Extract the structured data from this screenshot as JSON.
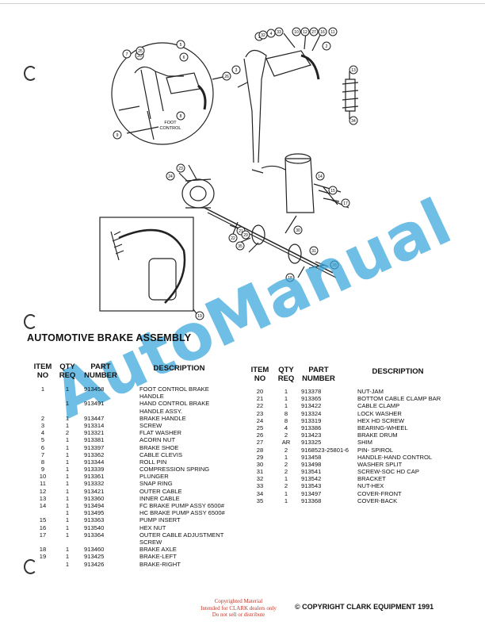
{
  "title": "AUTOMOTIVE BRAKE ASSEMBLY",
  "watermark": "AutoManual",
  "headers": {
    "item": [
      "ITEM",
      "NO"
    ],
    "qty": [
      "QTY",
      "REQ"
    ],
    "part": [
      "PART",
      "NUMBER"
    ],
    "description": "DESCRIPTION"
  },
  "diagram": {
    "inset_label": [
      "FOOT",
      "CONTROL"
    ],
    "callouts": [
      "1",
      "2",
      "3",
      "4",
      "5",
      "6",
      "7",
      "8",
      "9",
      "10",
      "11",
      "12",
      "13",
      "14",
      "15",
      "16",
      "17",
      "18",
      "19",
      "20",
      "21",
      "22",
      "23",
      "24",
      "25",
      "26",
      "27",
      "28",
      "29",
      "30",
      "31",
      "32",
      "33",
      "34",
      "35"
    ]
  },
  "left_rows": [
    {
      "item": "1",
      "qty": "1",
      "part": "913458",
      "desc": "FOOT CONTROL BRAKE"
    },
    {
      "item": "",
      "qty": "",
      "part": "",
      "desc": "HANDLE"
    },
    {
      "item": "",
      "qty": "1",
      "part": "913491",
      "desc": "HAND CONTROL BRAKE"
    },
    {
      "item": "",
      "qty": "",
      "part": "",
      "desc": "HANDLE ASSY."
    },
    {
      "item": "2",
      "qty": "1",
      "part": "913447",
      "desc": "BRAKE HANDLE"
    },
    {
      "item": "3",
      "qty": "1",
      "part": "913314",
      "desc": "SCREW"
    },
    {
      "item": "4",
      "qty": "2",
      "part": "913321",
      "desc": "FLAT WASHER"
    },
    {
      "item": "5",
      "qty": "1",
      "part": "913381",
      "desc": "ACORN NUT"
    },
    {
      "item": "6",
      "qty": "1",
      "part": "913397",
      "desc": "BRAKE SHOE"
    },
    {
      "item": "7",
      "qty": "1",
      "part": "913362",
      "desc": "CABLE CLEVIS"
    },
    {
      "item": "8",
      "qty": "1",
      "part": "913344",
      "desc": "ROLL PIN"
    },
    {
      "item": "9",
      "qty": "1",
      "part": "913339",
      "desc": "COMPRESSION SPRING"
    },
    {
      "item": "10",
      "qty": "1",
      "part": "913361",
      "desc": "PLUNGER"
    },
    {
      "item": "11",
      "qty": "1",
      "part": "913332",
      "desc": "SNAP RING"
    },
    {
      "item": "12",
      "qty": "1",
      "part": "913421",
      "desc": "OUTER CABLE"
    },
    {
      "item": "13",
      "qty": "1",
      "part": "913360",
      "desc": "INNER CABLE"
    },
    {
      "item": "14",
      "qty": "1",
      "part": "913494",
      "desc": "FC BRAKE PUMP ASSY 6500#"
    },
    {
      "item": "",
      "qty": "1",
      "part": "913495",
      "desc": "HC BRAKE PUMP ASSY 6500#"
    },
    {
      "item": "15",
      "qty": "1",
      "part": "913363",
      "desc": "PUMP INSERT"
    },
    {
      "item": "16",
      "qty": "1",
      "part": "913540",
      "desc": "HEX NUT"
    },
    {
      "item": "17",
      "qty": "1",
      "part": "913364",
      "desc": "OUTER CABLE ADJUSTMENT"
    },
    {
      "item": "",
      "qty": "",
      "part": "",
      "desc": "SCREW"
    },
    {
      "item": "18",
      "qty": "1",
      "part": "913460",
      "desc": "BRAKE AXLE"
    },
    {
      "item": "19",
      "qty": "1",
      "part": "913425",
      "desc": "BRAKE-LEFT"
    },
    {
      "item": "",
      "qty": "1",
      "part": "913426",
      "desc": "BRAKE-RIGHT"
    }
  ],
  "right_rows": [
    {
      "item": "20",
      "qty": "1",
      "part": "913378",
      "desc": "NUT-JAM"
    },
    {
      "item": "21",
      "qty": "1",
      "part": "913365",
      "desc": "BOTTOM CABLE CLAMP BAR"
    },
    {
      "item": "22",
      "qty": "1",
      "part": "913422",
      "desc": "CABLE CLAMP"
    },
    {
      "item": "23",
      "qty": "8",
      "part": "913324",
      "desc": "LOCK WASHER"
    },
    {
      "item": "24",
      "qty": "8",
      "part": "913319",
      "desc": "HEX HD SCREW"
    },
    {
      "item": "25",
      "qty": "4",
      "part": "913386",
      "desc": "BEARING-WHEEL"
    },
    {
      "item": "26",
      "qty": "2",
      "part": "913423",
      "desc": "BRAKE DRUM"
    },
    {
      "item": "27",
      "qty": "AR",
      "part": "913325",
      "desc": "SHIM"
    },
    {
      "item": "28",
      "qty": "2",
      "part": "9168523-25801-6",
      "desc": "PIN- SPIROL"
    },
    {
      "item": "29",
      "qty": "1",
      "part": "913458",
      "desc": "HANDLE-HAND CONTROL"
    },
    {
      "item": "30",
      "qty": "2",
      "part": "913498",
      "desc": "WASHER SPLIT"
    },
    {
      "item": "31",
      "qty": "2",
      "part": "913541",
      "desc": "SCREW-SOC HD CAP"
    },
    {
      "item": "32",
      "qty": "1",
      "part": "913542",
      "desc": "BRACKET"
    },
    {
      "item": "33",
      "qty": "2",
      "part": "913543",
      "desc": "NUT-HEX"
    },
    {
      "item": "34",
      "qty": "1",
      "part": "913497",
      "desc": "COVER-FRONT"
    },
    {
      "item": "35",
      "qty": "1",
      "part": "913368",
      "desc": "COVER-BACK"
    }
  ],
  "footer": {
    "note": [
      "Copyrighted Material",
      "Intended for CLARK dealers only",
      "Do not sell or distribute"
    ],
    "copyright": "© COPYRIGHT CLARK EQUIPMENT 1991"
  }
}
